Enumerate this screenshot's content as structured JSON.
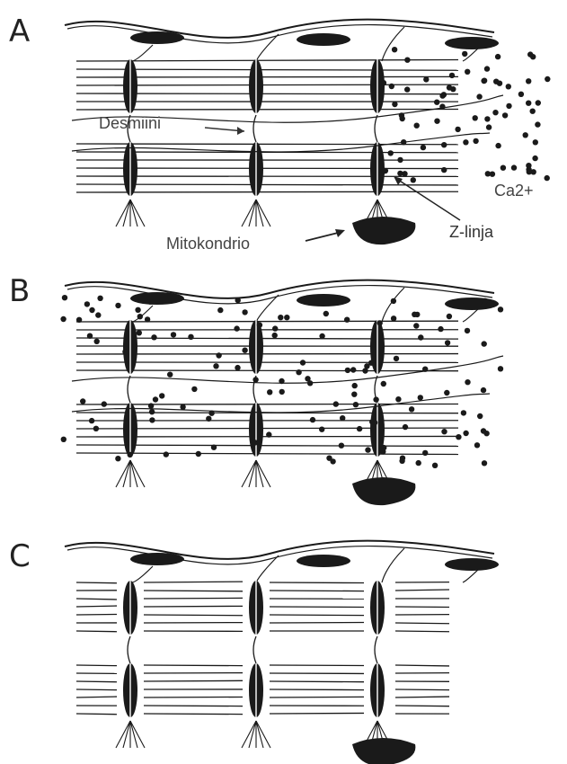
{
  "panels": [
    {
      "letter": "A"
    },
    {
      "letter": "B"
    },
    {
      "letter": "C"
    }
  ],
  "labels": {
    "desmin": "Desmiini",
    "calcium": "Ca2+",
    "z_line": "Z-linja",
    "mitochondrion": "Mitokondrio"
  },
  "colors": {
    "ink": "#1a1a1a",
    "label_gray": "#555555",
    "background": "#ffffff"
  }
}
